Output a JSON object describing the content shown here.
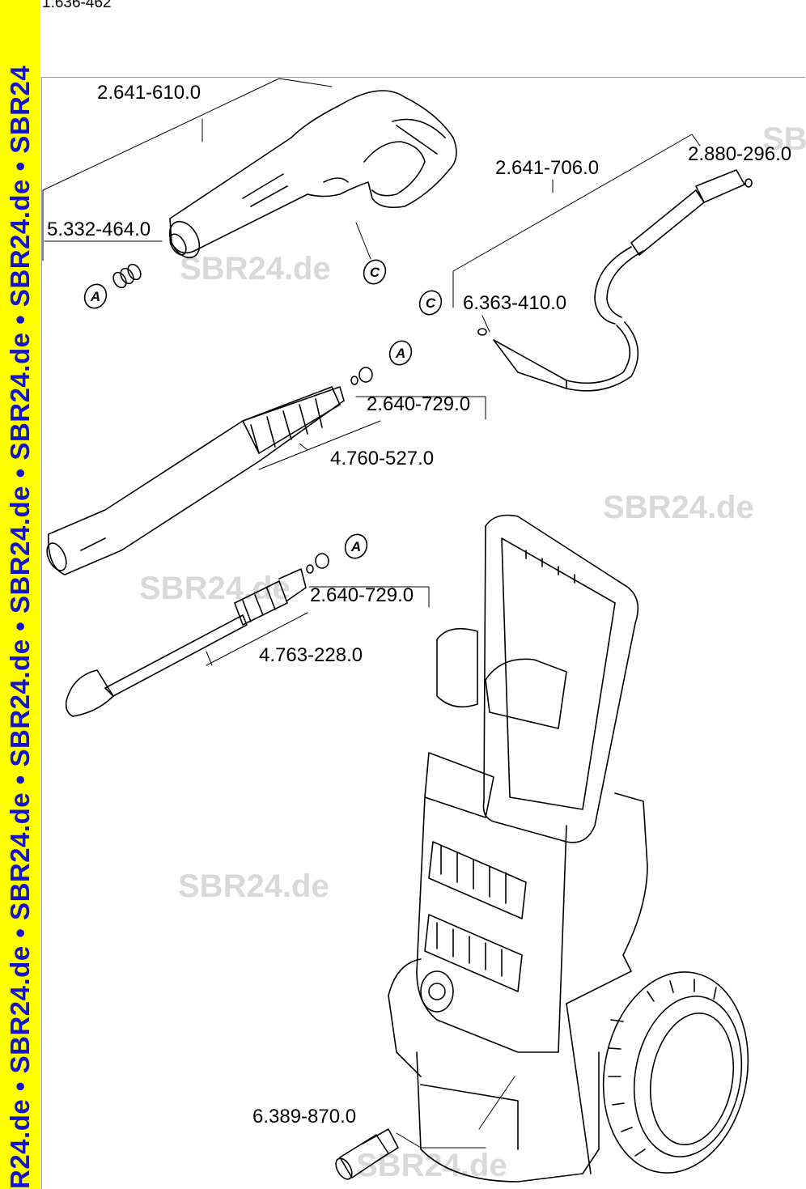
{
  "document_id": "1.636-462",
  "side_banner": {
    "text": "R24.de • SBR24.de • SBR24.de • SBR24.de • SBR24.de • SBR24.de • SBR24.de • SBR24"
  },
  "watermarks": [
    "SBR24.de",
    "SBR24.de",
    "SBR24.de",
    "SBR24.de",
    "SBR24.de",
    "SBR24.de"
  ],
  "callouts": {
    "A": "A",
    "C": "C"
  },
  "part_numbers": {
    "gun": "2.641-610.0",
    "gun_nut": "5.332-464.0",
    "hose": "2.641-706.0",
    "hose_oring": "2.880-296.0",
    "hose_fitting": "6.363-410.0",
    "adapter_1": "2.640-729.0",
    "lance_vario": "4.760-527.0",
    "adapter_2": "2.640-729.0",
    "lance_dirt": "4.763-228.0",
    "water_inlet": "6.389-870.0"
  },
  "colors": {
    "banner": "#ffff00",
    "banner_text": "#1414c8",
    "watermark": "#d9d9d9"
  }
}
